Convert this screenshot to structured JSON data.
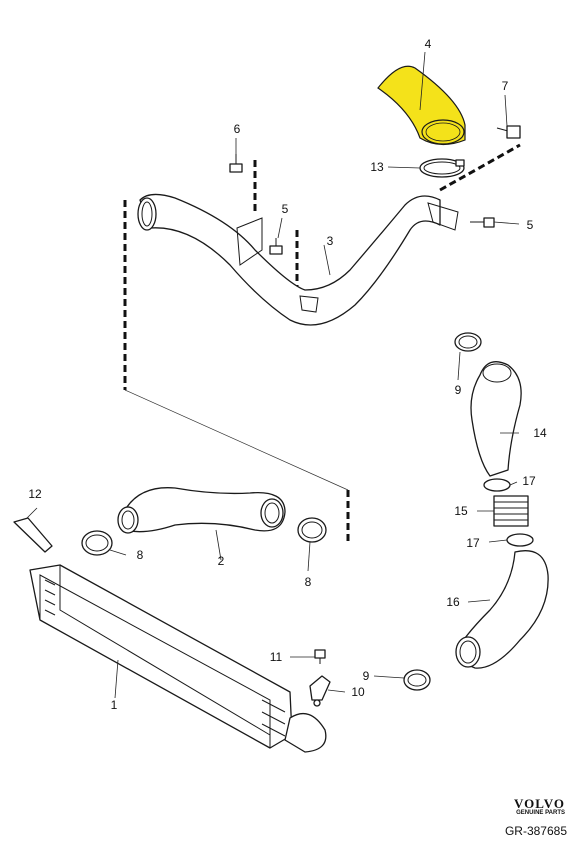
{
  "diagram": {
    "callouts": [
      "1",
      "2",
      "3",
      "4",
      "5",
      "5",
      "6",
      "7",
      "8",
      "8",
      "9",
      "9",
      "10",
      "11",
      "12",
      "13",
      "14",
      "15",
      "16",
      "17",
      "17"
    ],
    "highlight_color": "#f4e21a"
  },
  "footer": {
    "brand": "VOLVO",
    "brand_sub": "GENUINE PARTS",
    "reference": "GR-387685"
  }
}
